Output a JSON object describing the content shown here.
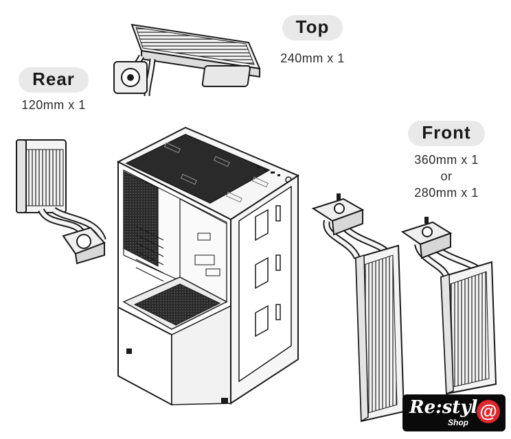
{
  "labels": {
    "top": {
      "title": "Top",
      "spec": "240mm x 1"
    },
    "rear": {
      "title": "Rear",
      "spec": "120mm x 1"
    },
    "front": {
      "title": "Front",
      "spec_line1": "360mm x 1",
      "spec_line2": "or",
      "spec_line3": "280mm x 1"
    }
  },
  "watermark": {
    "brand": "Re:style",
    "sub": "Shop",
    "mark": "@"
  },
  "colors": {
    "line": "#1a1a1a",
    "panel": "#f4f4f4",
    "dark": "#202020",
    "pill": "#e9e9e9",
    "accent": "#e0262e"
  }
}
